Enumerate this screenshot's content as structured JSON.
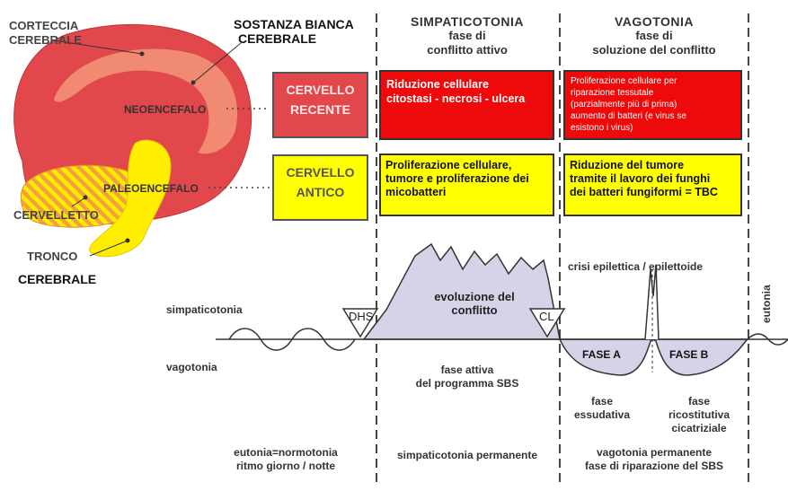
{
  "brain": {
    "corteccia": [
      "CORTECCIA",
      "CEREBRALE"
    ],
    "sostanza": [
      "SOSTANZA BIANCA",
      "CEREBRALE"
    ],
    "neoencefalo": "NEOENCEFALO",
    "paleoencefalo": "PALEOENCEFALO",
    "cervelletto": "CERVELLETTO",
    "tronco": [
      "TRONCO",
      "CEREBRALE"
    ]
  },
  "columns": {
    "simpatico": {
      "title": "SIMPATICOTONIA",
      "sub1": "fase di",
      "sub2": "conflitto attivo"
    },
    "vago": {
      "title": "VAGOTONIA",
      "sub1": "fase di",
      "sub2": "soluzione del conflitto"
    }
  },
  "categories": {
    "recente": [
      "CERVELLO",
      "RECENTE"
    ],
    "antico": [
      "CERVELLO",
      "ANTICO"
    ]
  },
  "cells": {
    "recente_active": [
      "Riduzione cellulare",
      "citostasi - necrosi - ulcera"
    ],
    "recente_healing": [
      "Proliferazione cellulare per",
      "riparazione tessutale",
      "(parzialmente più di prima)",
      "aumento di batteri (e virus se",
      "esistono i virus)"
    ],
    "antico_active": [
      "Proliferazione cellulare,",
      "tumore e proliferazione dei",
      "micobatteri"
    ],
    "antico_healing": [
      "Riduzione del tumore",
      "tramite il lavoro dei funghi",
      "dei batteri fungiformi = TBC"
    ]
  },
  "graph": {
    "simpaticotonia": "simpaticotonia",
    "vagotonia": "vagotonia",
    "eutonia": "eutonia",
    "dhs": "DHS",
    "cl": "CL",
    "evoluzione": [
      "evoluzione del",
      "conflitto"
    ],
    "crisi": "crisi epilettica / epilettoide",
    "faseA": "FASE A",
    "faseB": "FASE B",
    "fase_attiva": [
      "fase attiva",
      "del programma SBS"
    ],
    "essudativa": [
      "fase",
      "essudativa"
    ],
    "ricostitutiva": [
      "fase",
      "ricostitutiva",
      "cicatriziale"
    ]
  },
  "footer": {
    "eutonia": [
      "eutonia=normotonia",
      "ritmo giorno / notte"
    ],
    "simpatico": "simpaticotonia permanente",
    "vago": [
      "vagotonia permanente",
      "fase di riparazione del SBS"
    ]
  },
  "colors": {
    "cortex": "#e2474b",
    "white_matter": "#f08a73",
    "brainstem": "#ffee00",
    "cerebellum_hatch": "#f6a03c",
    "red_box": "#ee0a0a",
    "yellow_box": "#ffff00",
    "graph_fill": "#d8d2e8"
  }
}
